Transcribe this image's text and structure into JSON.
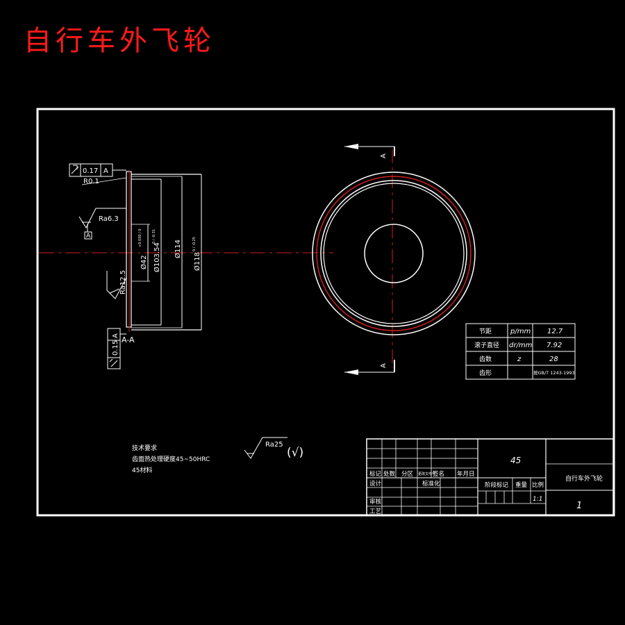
{
  "title": "自行车外飞轮",
  "colors": {
    "title": "#ff1a1a",
    "line": "#ffffff",
    "centerline": "#d02020",
    "background": "#000000"
  },
  "section_view": {
    "tolerance_top": {
      "value": "0.17",
      "datum": "A"
    },
    "tolerance_bottom": {
      "value": "0.15",
      "datum": "A"
    },
    "radius_label": "R0.1",
    "roughness_1": "Ra6.3",
    "roughness_2": "Ra12.5",
    "datum_label": "A",
    "section_label": "A-A",
    "dim_1": "Ø42",
    "dim_1_tol": "+0.030 / 0",
    "dim_2": "Ø103.54",
    "dim_2_tol": "0 / -0.31",
    "dim_3": "Ø114",
    "dim_4": "Ø118",
    "dim_4_tol": "0 / -0.25"
  },
  "front_view": {
    "section_mark": "A"
  },
  "param_table": {
    "rows": [
      {
        "name": "节距",
        "symbol": "p/mm",
        "value": "12.7"
      },
      {
        "name": "滚子直径",
        "symbol": "dr/mm",
        "value": "7.92"
      },
      {
        "name": "齿数",
        "symbol": "z",
        "value": "28"
      },
      {
        "name": "齿形",
        "symbol": "",
        "value": "按GB/T 1243-1993"
      }
    ]
  },
  "notes": {
    "heading": "技术要求",
    "line1": "齿面热处理硬度45~50HRC",
    "line2": "45材料"
  },
  "surface_finish": {
    "label": "Ra25",
    "rest": "(√)"
  },
  "title_block": {
    "material": "45",
    "name": "自行车外飞轮",
    "header_cells": [
      "标记",
      "处数",
      "分区",
      "更改文件号",
      "签名",
      "年月日"
    ],
    "designer": "设计",
    "standardization": "标准化",
    "reviewer": "审核",
    "process": "工艺",
    "stage_mark": "阶段标记",
    "weight": "重量",
    "scale_label": "比例",
    "scale": "1:1",
    "sheet": "1"
  }
}
